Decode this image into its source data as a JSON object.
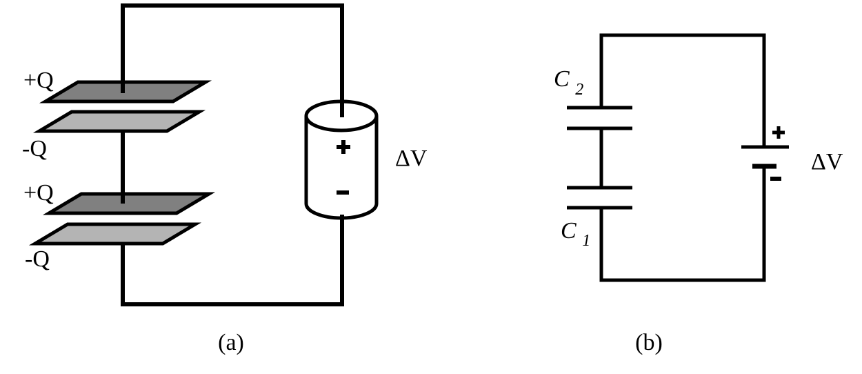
{
  "colors": {
    "stroke": "#000000",
    "plate_dark_fill": "#808080",
    "plate_light_fill": "#b4b4b4",
    "battery_fill": "#ffffff",
    "background": "#ffffff"
  },
  "diagram_a": {
    "caption": "(a)",
    "plates": {
      "cap1_top_label": "+Q",
      "cap1_bottom_label": "-Q",
      "cap2_top_label": "+Q",
      "cap2_bottom_label": "-Q"
    },
    "battery": {
      "positive_terminal": "+",
      "negative_terminal": "-",
      "voltage_label": "ΔV"
    }
  },
  "diagram_b": {
    "caption": "(b)",
    "capacitor_top": {
      "symbol": "C",
      "subscript": "2"
    },
    "capacitor_bottom": {
      "symbol": "C",
      "subscript": "1"
    },
    "battery": {
      "positive_terminal": "+",
      "negative_terminal": "-",
      "voltage_label": "ΔV"
    }
  }
}
